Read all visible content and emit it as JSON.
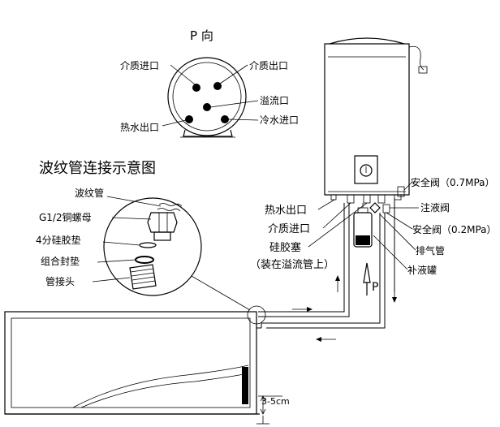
{
  "p_view": {
    "title": "P 向",
    "medium_inlet": "介质进口",
    "medium_outlet": "介质出口",
    "overflow_outlet": "溢流口",
    "hot_water_outlet": "热水出口",
    "cold_water_inlet": "冷水进口"
  },
  "detail": {
    "title": "波纹管连接示意图",
    "corrugated_pipe": "波纹管",
    "copper_nut": "G1/2铜螺母",
    "silicone_gasket": "4分硅胶垫",
    "combined_seal": "组合封垫",
    "pipe_fitting": "管接头"
  },
  "heater": {
    "hot_water_outlet": "热水出口",
    "medium_inlet": "介质进口",
    "silicone_plug": "硅胶塞",
    "plug_note": "（装在溢流管上）",
    "safety_valve_high": "安全阀（0.7MPa）",
    "fill_valve": "注液阀",
    "safety_valve_low": "安全阀（0.2MPa）",
    "exhaust_pipe": "排气管",
    "refill_tank": "补液罐",
    "p_marker": "P"
  },
  "collector": {
    "height_note": "3-5cm"
  },
  "colors": {
    "ink": "#000000",
    "background": "#ffffff"
  }
}
